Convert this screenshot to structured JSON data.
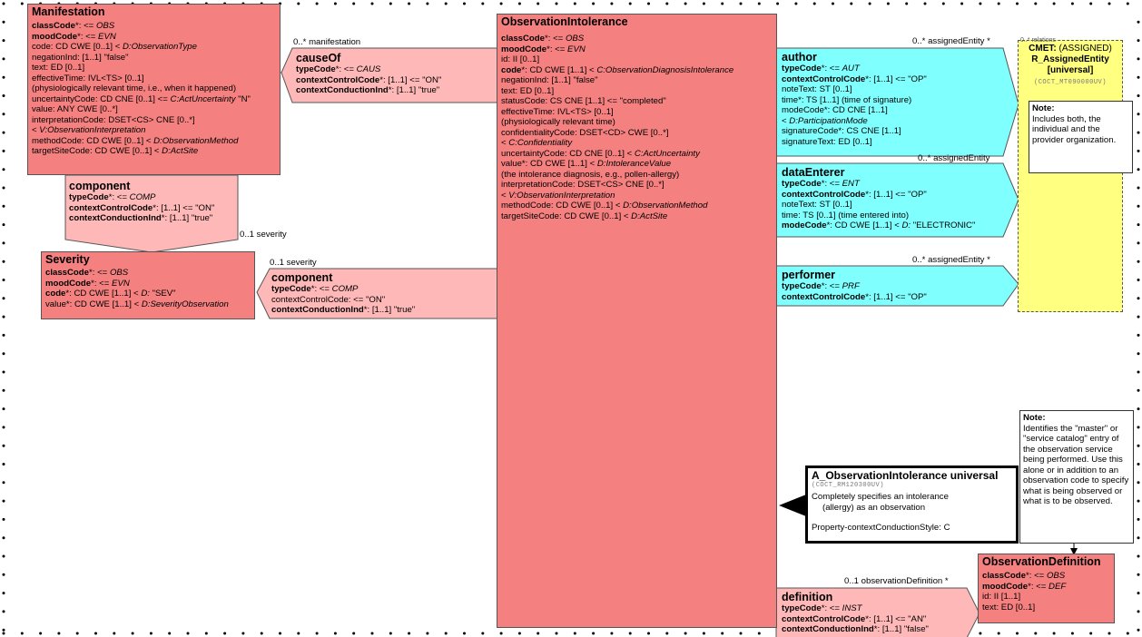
{
  "manifestation": {
    "title": "Manifestation",
    "lines": [
      {
        "b": "classCode",
        "r": "*: <= ",
        "i": "OBS"
      },
      {
        "b": "moodCode",
        "r": "*: <= ",
        "i": "EVN"
      },
      {
        "t": "code: CD CWE [0..1] < ",
        "i": "D:ObservationType"
      },
      {
        "t": "negationInd: [1..1] \"false\""
      },
      {
        "t": "text: ED [0..1]"
      },
      {
        "t": "effectiveTime: IVL<TS> [0..1]"
      },
      {
        "t": " (physiologically relevant time, i.e., when it happened)"
      },
      {
        "t": "uncertaintyCode: CD CNE [0..1] <= ",
        "i": "C:ActUncertainty",
        "r2": " \"N\""
      },
      {
        "t": "value: ANY CWE [0..*]"
      },
      {
        "t": "interpretationCode: DSET<CS> CNE [0..*]"
      },
      {
        "t": "  < ",
        "i": "V:ObservationInterpretation"
      },
      {
        "t": "methodCode: CD CWE [0..1] < ",
        "i": "D:ObservationMethod"
      },
      {
        "t": "targetSiteCode: CD CWE [0..1] < ",
        "i": "D:ActSite"
      }
    ]
  },
  "component_sev": {
    "title": "component",
    "lines": [
      {
        "b": "typeCode",
        "r": "*: <= ",
        "i": "COMP"
      },
      {
        "b": "contextControlCode",
        "r": "*: [1..1] <= \"ON\""
      },
      {
        "b": "contextConductionInd",
        "r": "*: [1..1] \"true\""
      }
    ]
  },
  "severity": {
    "title": "Severity",
    "lines": [
      {
        "b": "classCode",
        "r": "*: <= ",
        "i": "OBS"
      },
      {
        "b": "moodCode",
        "r": "*: <= ",
        "i": "EVN"
      },
      {
        "b": "code",
        "r": "*: CD CWE [1..1] < ",
        "i": "D: ",
        "r2": "\"SEV\""
      },
      {
        "t": "value*: CD CWE [1..1] < ",
        "i": "D:SeverityObservation"
      }
    ]
  },
  "cause_of": {
    "title": "causeOf",
    "lines": [
      {
        "b": "typeCode",
        "r": "*: <= ",
        "i": "CAUS"
      },
      {
        "b": "contextControlCode",
        "r": "*: [1..1] <= \"ON\""
      },
      {
        "b": "contextConductionInd",
        "r": "*: [1..1] \"true\""
      }
    ]
  },
  "component_main": {
    "title": "component",
    "lines": [
      {
        "b": "typeCode",
        "r": "*: <= ",
        "i": "COMP"
      },
      {
        "t": "contextControlCode: <= \"ON\""
      },
      {
        "b": "contextConductionInd",
        "r": "*: [1..1] \"true\""
      }
    ]
  },
  "obs_intolerance": {
    "title": "ObservationIntolerance",
    "lines": [
      {
        "b": "classCode",
        "r": "*: <= ",
        "i": "OBS"
      },
      {
        "b": "moodCode",
        "r": "*: <= ",
        "i": "EVN"
      },
      {
        "t": "id: II [0..1]"
      },
      {
        "b": "code",
        "r": "*: CD CWE [1..1] < ",
        "i": "C:ObservationDiagnosisIntolerance"
      },
      {
        "t": "negationInd: [1..1] \"false\""
      },
      {
        "t": "text: ED [0..1]"
      },
      {
        "t": "statusCode: CS CNE [1..1] <= \"completed\""
      },
      {
        "t": "effectiveTime: IVL<TS> [0..1]"
      },
      {
        "t": " (physiologically relevant time)"
      },
      {
        "t": "confidentialityCode: DSET<CD> CWE [0..*]"
      },
      {
        "t": "  < ",
        "i": "C:Confidentiality"
      },
      {
        "t": "uncertaintyCode: CD CNE [0..1] < ",
        "i": "C:ActUncertainty"
      },
      {
        "t": "value*: CD CWE [1..1] < ",
        "i": "D:IntoleranceValue"
      },
      {
        "t": " (the intolerance diagnosis, e.g., pollen-allergy)"
      },
      {
        "t": "interpretationCode: DSET<CS> CNE [0..*]"
      },
      {
        "t": "  < ",
        "i": "V:ObservationInterpretation"
      },
      {
        "t": "methodCode: CD CWE [0..1] < ",
        "i": "D:ObservationMethod"
      },
      {
        "t": "targetSiteCode: CD CWE [0..1] < ",
        "i": "D:ActSite"
      }
    ]
  },
  "author": {
    "title": "author",
    "lines": [
      {
        "b": "typeCode",
        "r": "*: <= ",
        "i": "AUT"
      },
      {
        "b": "contextControlCode",
        "r": "*: [1..1] <= \"OP\""
      },
      {
        "t": "noteText: ST [0..1]"
      },
      {
        "t": "time*: TS [1..1] (time of signature)"
      },
      {
        "t": "modeCode*: CD CNE [1..1]"
      },
      {
        "t": "  < ",
        "i": "D:ParticipationMode"
      },
      {
        "t": "signatureCode*: CS CNE [1..1]"
      },
      {
        "t": "signatureText: ED [0..1]"
      }
    ]
  },
  "data_enterer": {
    "title": "dataEnterer",
    "lines": [
      {
        "b": "typeCode",
        "r": "*: <= ",
        "i": "ENT"
      },
      {
        "b": "contextControlCode",
        "r": "*: [1..1] <= \"OP\""
      },
      {
        "t": "noteText: ST [0..1]"
      },
      {
        "t": "time: TS [0..1] (time entered into)"
      },
      {
        "b": "modeCode",
        "r": "*: CD CWE [1..1] < ",
        "i": "D: ",
        "r2": "\"ELECTRONIC\""
      }
    ]
  },
  "performer": {
    "title": "performer",
    "lines": [
      {
        "b": "typeCode",
        "r": "*: <= ",
        "i": "PRF"
      },
      {
        "b": "contextControlCode",
        "r": "*: [1..1] <= \"OP\""
      }
    ]
  },
  "cmet": {
    "title_b": "CMET:",
    "title_r": " (ASSIGNED)",
    "name": "R_AssignedEntity",
    "sub": "[universal]",
    "id": "(COCT_MT090000UV)",
    "note_title": "Note:",
    "note_text": "Includes both, the individual and the provider organization."
  },
  "entry_point": {
    "title": "A_ObservationIntolerance universal",
    "id": "(COCT_RM120300UV)",
    "desc1": "Completely specifies an intolerance",
    "desc2": "(allergy) as an observation",
    "style": "Property-contextConductionStyle: C"
  },
  "entry_note": {
    "title": "Note:",
    "text": "Identifies the \"master\" or \"service catalog\" entry of the observation service being performed. Use this alone or in addition to an observation code to specify what is being observed or what is to be observed."
  },
  "definition": {
    "title": "definition",
    "lines": [
      {
        "b": "typeCode",
        "r": "*: <= ",
        "i": "INST"
      },
      {
        "b": "contextControlCode",
        "r": "*: [1..1] <= \"AN\""
      },
      {
        "b": "contextConductionInd",
        "r": "*: [1..1] \"false\""
      }
    ]
  },
  "obs_definition": {
    "title": "ObservationDefinition",
    "lines": [
      {
        "b": "classCode",
        "r": "*: <= ",
        "i": "OBS"
      },
      {
        "b": "moodCode",
        "r": "*: <= ",
        "i": "DEF"
      },
      {
        "t": "id: II [1..1]"
      },
      {
        "t": "text: ED [0..1]"
      }
    ]
  },
  "labels": {
    "manifestation": "0..* manifestation",
    "severity_top": "0..1 severity",
    "severity_mid": "0..1 severity",
    "assigned1": "0..* assignedEntity  *",
    "assigned2": "0..* assignedEntity",
    "assigned3": "0..* assignedEntity  *",
    "obs_def": "0..1 observationDefinition  *",
    "cmet_overlap": "0..* relations"
  },
  "colors": {
    "act": "#f58080",
    "relationship": "#ffb8b8",
    "participation": "#80ffff",
    "cmet": "#ffff80"
  }
}
